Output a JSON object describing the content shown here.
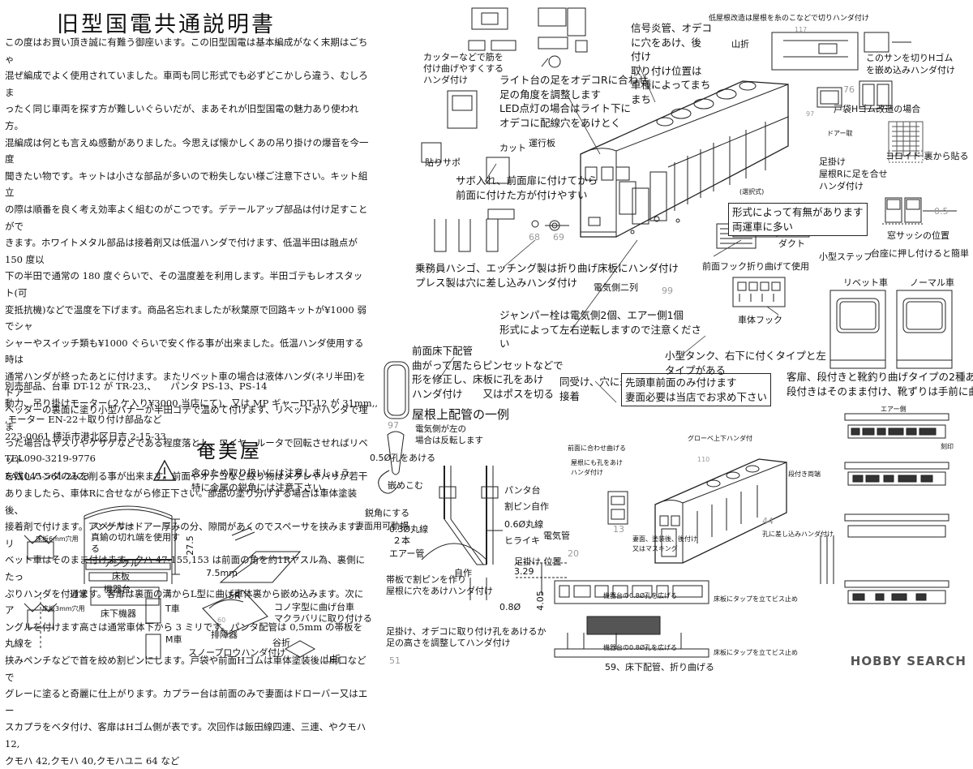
{
  "title": "旧型国電共通説明書",
  "body_lines": [
    "この度はお買い頂き誠に有難う御座います。この旧型国電は基本編成がなく末期はごちゃ",
    "混ぜ編成でよく使用されていました。車両も同じ形式でも必ずどこかしら違う、むしろま",
    "ったく同じ車両を探す方が難しいぐらいだが、まあそれが旧型国電の魅力あり使われ方。",
    "混編成は何とも言えぬ感動がありました。今思えば懐かしくあの吊り掛けの爆音を今一度",
    "聞きたい物です。キットは小さな部品が多いので粉失しない様ご注意下さい。キット組立",
    "の際は順番を良く考え効率よく組むのがこつです。デテールアップ部品は付け足すことがで",
    "きます。ホワイトメタル部品は接着剤又は低温ハンダで付けます、低温半田は融点が 150 度以",
    "下の半田で通常の 180 度ぐらいで、その温度差を利用します。半田ゴテもレオスタット(可",
    "変抵抗機)などで温度を下げます。商品名忘れましたが秋葉原で回路キットが¥1000 弱でシャ",
    "シャーやスイッチ類も¥1000 ぐらいで安く作る事が出来ました。低温ハンダ使用する時は",
    "通常ハンダが終ったあとに付けます。またリベット車の場合は液体ハンダ(ネリ半田)をドアー",
    "ヘッダーの裏面に塗り小型バナーか半田ゴテで温めて付けます、リベットがハンダで埋ま",
    "った場合はヤスリやケサゲなどである程度落とし、ワイヤールータで回転させればリベット",
    "を残しハンダのみを削る事が出来ます。前面やオデコなど絞り物はメクレやバリが若干",
    "ありましたら、車体Rに合せながら修正下さい。部品の塗り分けする場合は車体塗装後、",
    "接着剤で付けます。アングルはドアー厚みの分、隙間があくのでスペーサを挟みます、リ",
    "ベット車はそのまま付けます。クハ 47-155,153 は前面の角を約1Rヤスル為、裏側にたっ",
    "ぷりハンダを付けます。客扉は裏面の溝からL型に曲げ車体裏から嵌め込みます。次にア",
    "ングルを付けます高さは通常車体下から 3 ミリです。パンタ配管は 0,5mm の帯板を丸線を",
    "挟みペンチなどで首を絞め割ピンにします。戸袋や前面Hゴムは車体塗装後に烏口などで",
    "グレーに塗ると奇麗に仕上がります。カプラー台は前面のみで妻面はドローバー又はエー",
    "スカプラをベタ付け、客扉はHゴム側が表です。次回作は飯田線四連、三連、やクモハ 12,",
    "クモハ 42,クモハ 40,クモハユニ 64 など"
  ],
  "info_lines": [
    "別売部品、台車 DT-12 が TR-23,、　　パンタ PS-13、PS-14",
    "動力、吊り掛けモーター(２ケ入り¥3000 当店にて)、又は MP ギャーDT-12 が 31mm,,",
    ",モーター EN-22＋取り付け部品など",
    "223-0061 横浜市港北区日吉 2-15-33"
  ],
  "contact": {
    "tel": "TEL090-3219-9776",
    "fax": "FAX045-561-2123"
  },
  "shop_name": "奄美屋",
  "caution": [
    "念のため取り扱いには注意しましょう",
    "特に金属の鋭角には注意下さい。"
  ],
  "labels": {
    "spacer_1": "スペーサー",
    "spacer_2": "真鍮の切れ端を使用す",
    "spacer_3": "る",
    "angle": "アングル",
    "floor": "床板",
    "kikidai": "機器台",
    "normal": "通常",
    "underfloor": "床下機器",
    "t_car": "T車",
    "m_car": "M車",
    "floor6": "床板6mm穴用",
    "floor3": "床板3mm穴用",
    "dim_275": "27.5",
    "dim_75": "7.5mm",
    "dim_5r": "5R",
    "hairai": "排障器",
    "n60": "60",
    "snowplow": "スノープロウハンダ付け",
    "taniori": "谷折",
    "yamaori": "山折",
    "konoji_1": "コノ字型に曲げ台車",
    "konoji_2": "マクラバリに取り付ける",
    "cutter_1": "カッターなどで筋を",
    "cutter_2": "付け曲げやすくする",
    "cutter_3": "ハンダ付け",
    "harisapo": "貼りサポ",
    "shingo_1": "信号炎管、オデコ",
    "shingo_2": "に穴をあけ、後",
    "shingo_3": "付け",
    "shingo_4": "取り付け位置は",
    "shingo_5": "車種によってまち",
    "shingo_6": "まち",
    "light_1": "ライト台の足をオデコRに合わせ",
    "light_2": "足の角度を調整します",
    "light_3": "LED点灯の場合はライト下に",
    "light_4": "オデコに配線穴をあけとく",
    "cut": "カット",
    "unkoban": "運行板",
    "sabo_1": "サボ入れ、前面扉に付けてから",
    "sabo_2": "前面に付けた方が付けやすい",
    "hashigo_1": "乗務員ハシゴ、エッチング製は折り曲げ床板にハンダ付け",
    "hashigo_2": "プレス製は穴に差し込みハンダ付け",
    "denkigawa": "電気側二列",
    "jumper_1": "ジャンパー栓は電気側2個、エアー側1個",
    "jumper_2": "形式によって左右逆転しますので注意くださ",
    "jumper_3": "い",
    "mae_1": "前面床下配管",
    "mae_2": "曲がって居たらピンセットなどで",
    "mae_3": "形を修正し、床板に孔をあけ",
    "mae_4": "ハンダ付け　　又はポスを切る",
    "ukedome_1": "同受け、穴に差し込み",
    "ukedome_2": "接着",
    "sento_1": "先頭車前面のみ付けます",
    "sento_2": "妻面必要は当店でお求め下さい",
    "tank_1": "小型タンク、右下に付くタイプと左",
    "tank_2": "タイプがある",
    "yane_title": "屋根上配管の一例",
    "denki_1": "電気側が左の",
    "denki_2": "場合は反転します",
    "hole05": "0.5Ø孔をあける",
    "kuikomu": "嵌めこむ",
    "eikaku": "鋭角にする",
    "tsuma": "妻面用可動幌",
    "panta": "パンタ台",
    "warapin": "割ピン自作",
    "maru06": "0.6Ø丸線",
    "hiraki": "ヒライキ",
    "denkikan": "電気管",
    "maru03": "0.3Ø丸線",
    "nihon": "２本",
    "air": "エアー管",
    "jisaku": "自作",
    "obi_1": "帯板で割ピンを作り",
    "obi_2": "屋根に穴をあけハンダ付け",
    "ashikake": "足掛け 位置",
    "d329": "3.29",
    "d405": "4.05",
    "d08": "0.8Ø",
    "foot_1": "足掛け、オデコに取り付け孔をあけるか",
    "foot_2": "足の高さを調整してハンダ付け",
    "n51": "51",
    "yamaori2": "山折",
    "teiteichi_1": "低屋根改造は屋根を糸のこなどで切りハンダ付け",
    "n117": "117",
    "yamaori3": "山折",
    "hgomu_1": "このサンを切りHゴム",
    "hgomu_2": "を嵌め込みハンダ付け",
    "n76": "76",
    "tobukuro": "戸袋Hゴム改造の場合",
    "door_catch": "ドアー取",
    "yoroido": "ヨロイド 裏から貼る",
    "ashikake2_1": "足掛け",
    "ashikake2_2": "屋根Rに足を合せ",
    "ashikake2_3": "ハンダ付け",
    "keishiki_1": "形式によって有無があります",
    "keishiki_2": "両運車に多い",
    "duct": "ダクト",
    "window": "窓サッシの位置",
    "step": "小型ステップ",
    "daiza": "台座に押し付けると簡単",
    "hook": "前面フック折り曲げて使用",
    "shatai_hook": "車体フック",
    "rivet": "リベット車",
    "normal_car": "ノーマル車",
    "door_1": "客扉、段付きと靴釣り曲げタイプの2種あり",
    "door_2": "段付きはそのまま付け、靴ずりは手前に曲げます",
    "n05": "0.5",
    "sentaku": "(選択式)",
    "n97": "97",
    "n99": "99",
    "n68": "68",
    "n69": "69",
    "n13": "13",
    "n20": "20",
    "n44": "44",
    "n110": "110",
    "bottom_59": "59、床下配管、折り曲げる",
    "kitodai1": "機器台の0.8Ø孔を広げる",
    "kitodai2": "機器台の0.8Ø孔を広げる",
    "tap1": "床板にタップを立てビス止め",
    "tap2": "床板にタップを立てビス止め",
    "grove": "グローベ上下ハンダ付",
    "mae_ai": "前面に合わせ曲げる",
    "yane_ana": "屋根にも孔をあけ",
    "hanga": "ハンダ付け",
    "tsuma_toso": "妻面、塗装後、後付け",
    "mask": "又はマスキング",
    "ana_ake": "孔に差し込みハンダ付け",
    "dankai": "段付き両端",
    "chuui": "注意",
    "kokuin": "刻印",
    "air_bu": "エアー側"
  },
  "watermark": "HOBBY SEARCH"
}
